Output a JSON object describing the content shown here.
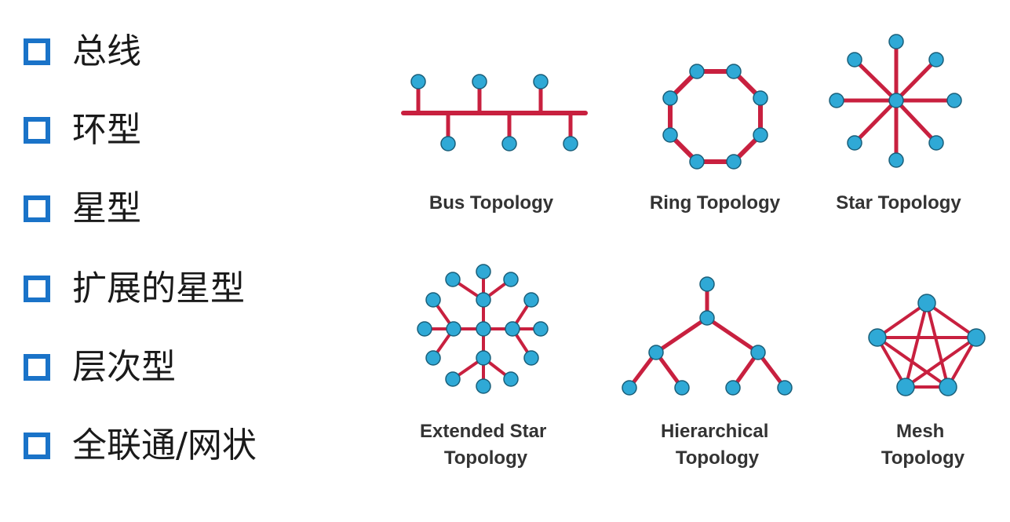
{
  "bullets": [
    {
      "text": "总线"
    },
    {
      "text": "环型"
    },
    {
      "text": "星型"
    },
    {
      "text": "扩展的星型"
    },
    {
      "text": "层次型"
    },
    {
      "text": "全联通/网状"
    }
  ],
  "diagrams": {
    "bus": {
      "label_lines": [
        "Bus Topology"
      ]
    },
    "ring": {
      "label_lines": [
        "Ring Topology"
      ]
    },
    "star": {
      "label_lines": [
        "Star Topology"
      ]
    },
    "extended_star": {
      "label_lines": [
        "Extended Star",
        "Topology"
      ]
    },
    "hierarchical": {
      "label_lines": [
        "Hierarchical",
        "Topology"
      ]
    },
    "mesh": {
      "label_lines": [
        "Mesh",
        "Topology"
      ]
    }
  },
  "colors": {
    "bullet_box": "#1a73c8",
    "link": "#c8203f",
    "node_fill": "#2fa9d6",
    "node_stroke": "#1a5f7a",
    "label": "#333333"
  }
}
